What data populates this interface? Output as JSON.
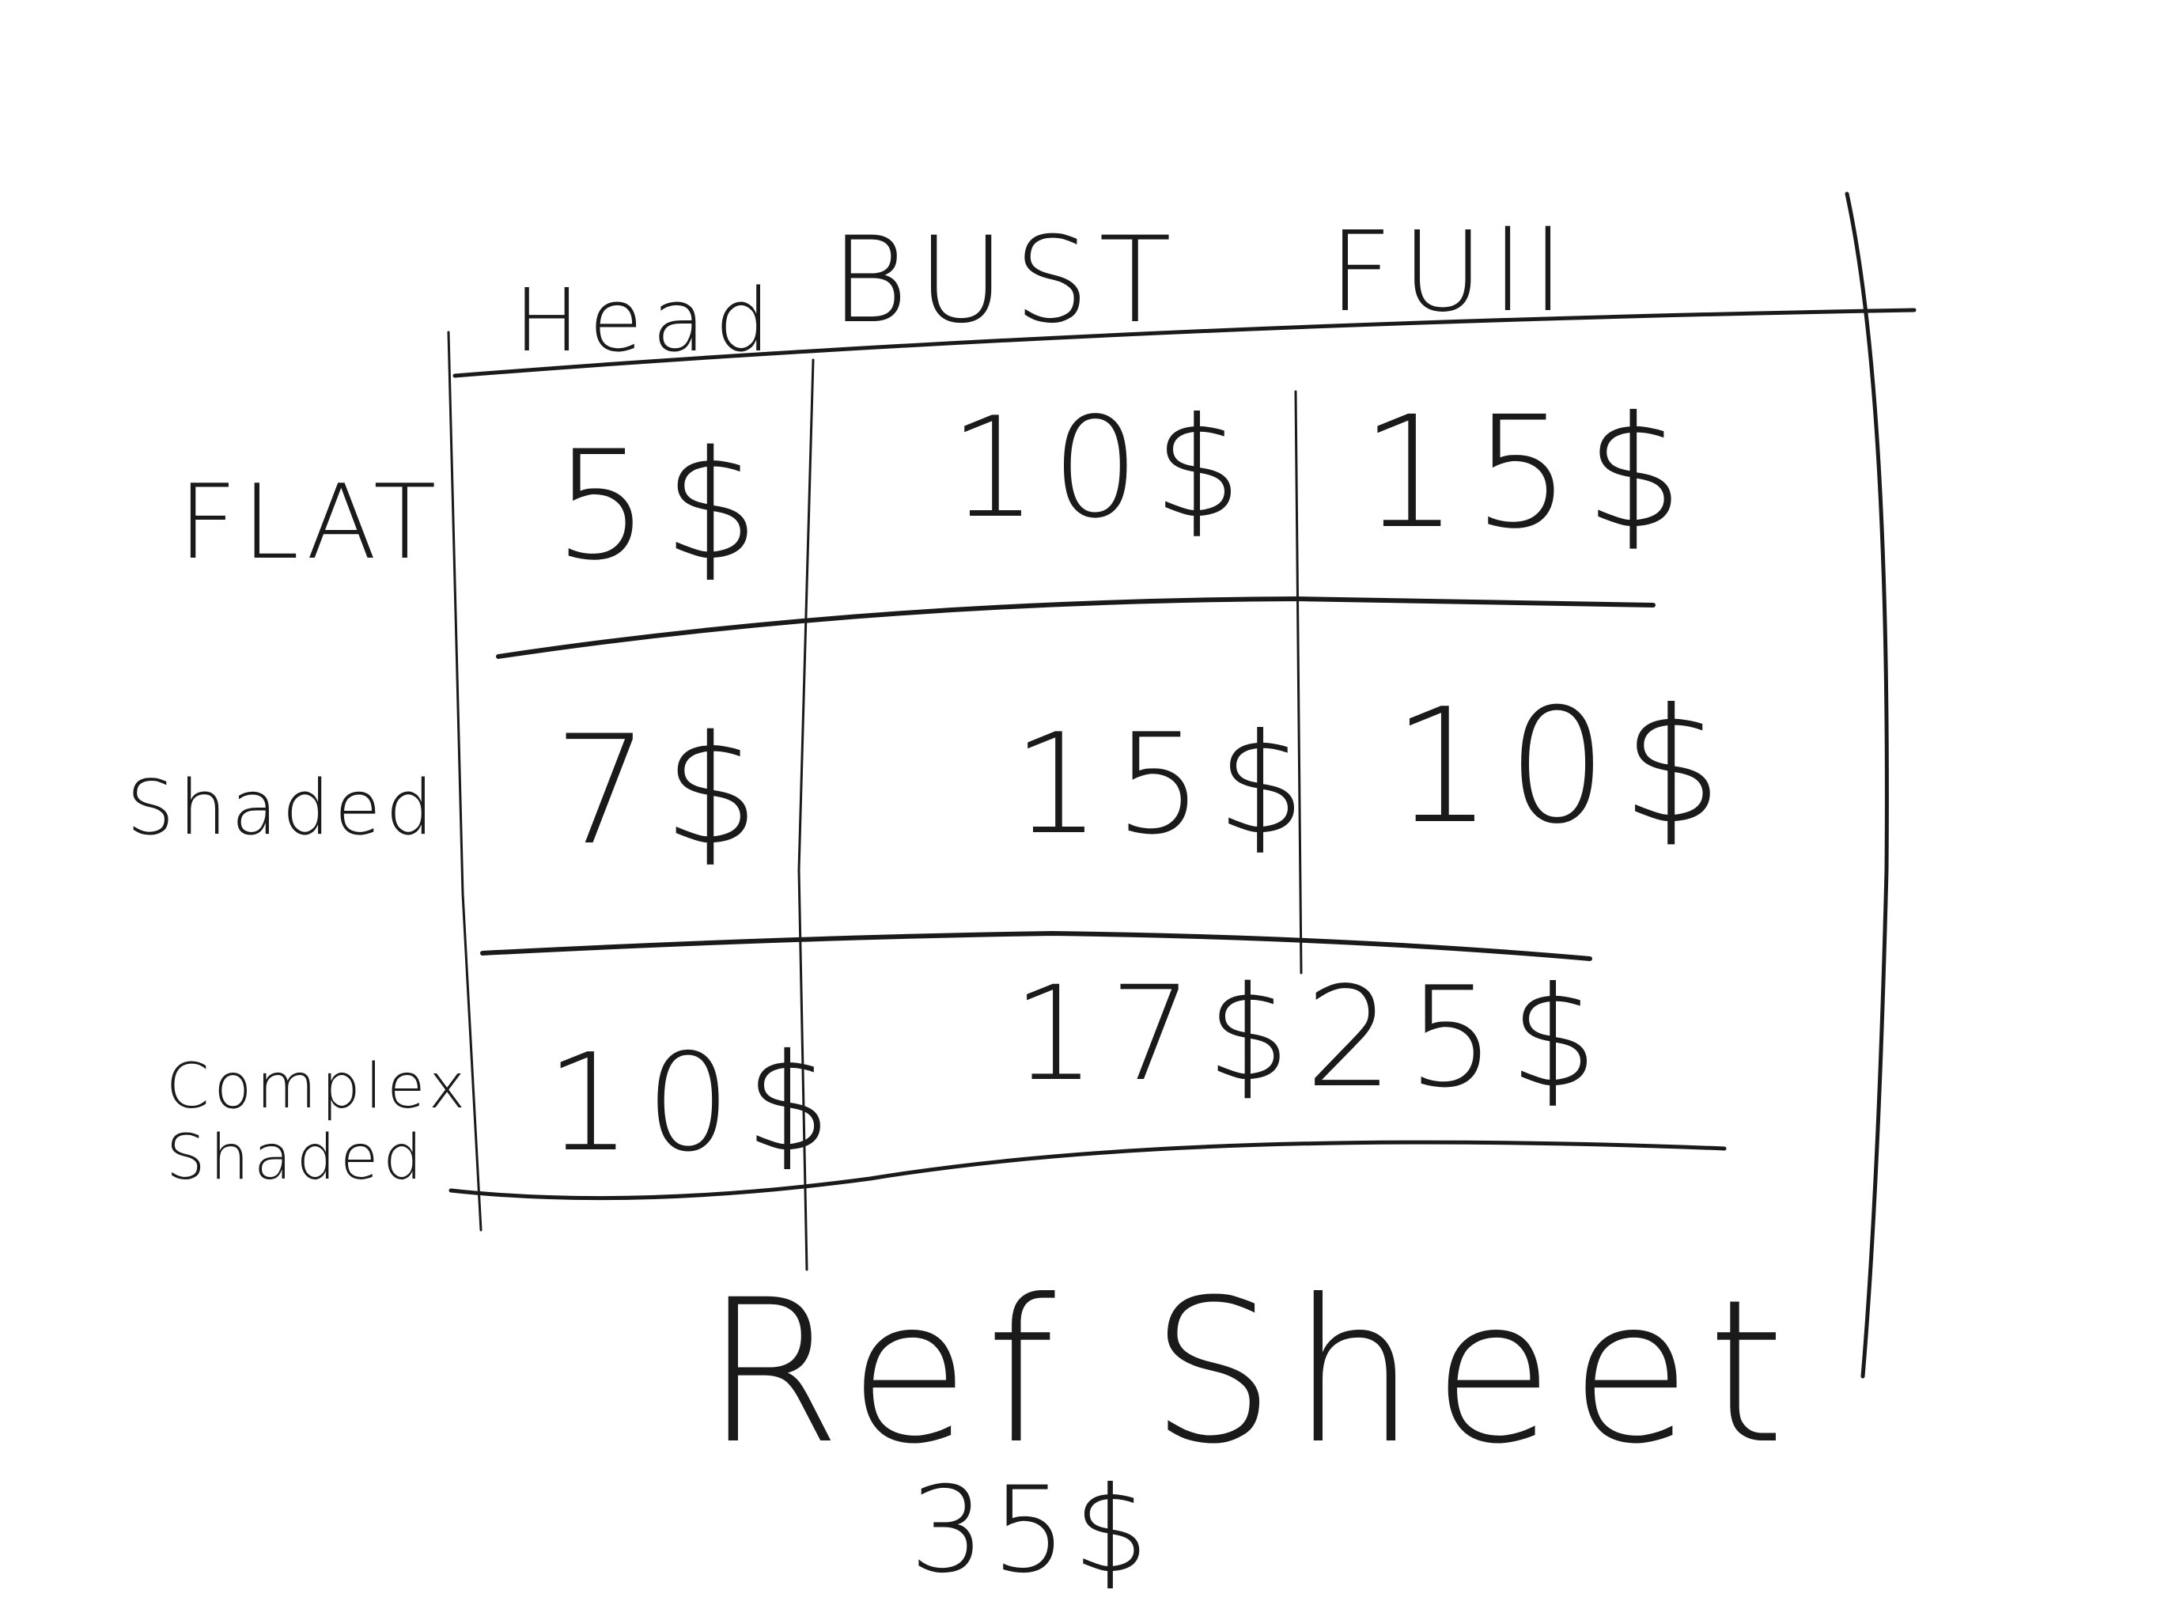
{
  "sheet": {
    "columns": [
      "Head",
      "BUST",
      "FUll"
    ],
    "rows": [
      {
        "label": "FLAT",
        "prices": [
          "5$",
          "10$",
          "15$"
        ]
      },
      {
        "label": "Shaded",
        "prices": [
          "7$",
          "15$",
          "10$"
        ]
      },
      {
        "label": "Complex Shaded",
        "prices": [
          "10$",
          "17$",
          "25$"
        ]
      }
    ],
    "extra_title": "Ref Sheet",
    "extra_price": "35$"
  }
}
